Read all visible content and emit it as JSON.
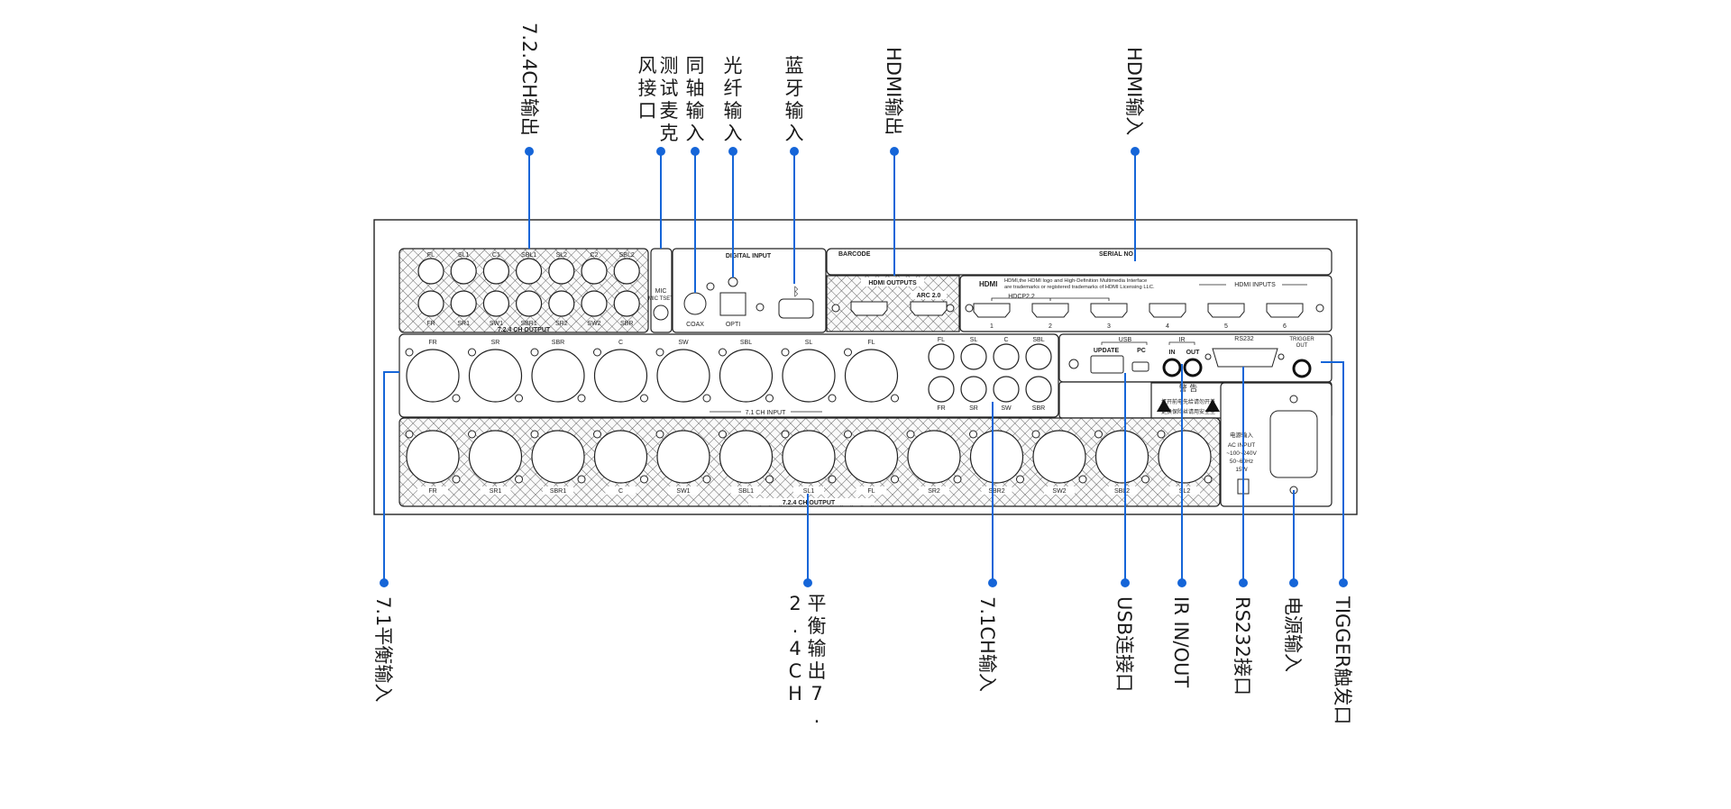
{
  "callouts": {
    "out724": "7.2.4CH输出",
    "mic": "测试麦克风接口",
    "coax": "同轴输入",
    "optical": "光纤输入",
    "bluetooth": "蓝牙输入",
    "hdmi_out": "HDMI输出",
    "hdmi_in": "HDMI输入",
    "bal71_in": "7.1平衡输入",
    "bal724_out": "平衡输出7.2.4CH",
    "in71": "7.1CH输入",
    "usb": "USB连接口",
    "ir": "IR IN/OUT",
    "rs232": "RS232接口",
    "power": "电源输入",
    "trigger": "TIGGER触发口"
  },
  "panel": {
    "rca_top_row": [
      "FL",
      "SL1",
      "C1",
      "SBL1",
      "SL2",
      "C2",
      "SBL2"
    ],
    "rca_bottom_row": [
      "FR",
      "SR1",
      "SW1",
      "SBR1",
      "SR2",
      "SW2",
      "SBR"
    ],
    "rca_output_title": "7.2.4 CH OUTPUT",
    "mic_label": "MIC TSET",
    "digital_input_title": "DIGITAL INPUT",
    "coax_label": "COAX",
    "opti_label": "OPTI",
    "barcode": "BARCODE",
    "serial_no": "SERIAL NO",
    "hdmi_outputs_title": "HDMI OUTPUTS",
    "arc_label": "ARC 2.0",
    "hdmi_logo": "HDMI",
    "hdmi_notice_1": "HDMI,the HDMI logo and High-Definition Multimedia Interface",
    "hdmi_notice_2": "are trademarks or registered trademarks of HDMI Licensing LLC.",
    "hdcp_label": "HDCP2.2",
    "hdmi_inputs_title": "HDMI INPUTS",
    "hdmi_input_numbers": [
      "1",
      "2",
      "3",
      "4",
      "5",
      "6"
    ],
    "xlr_in_labels": [
      "FR",
      "SR",
      "SBR",
      "C",
      "SW",
      "SBL",
      "SL",
      "FL"
    ],
    "rca71_top": [
      "FL",
      "SL",
      "C",
      "SBL"
    ],
    "rca71_bottom": [
      "FR",
      "SR",
      "SW",
      "SBR"
    ],
    "in71_title": "7.1 CH INPUT",
    "usb_title": "USB",
    "usb_update": "UPDATE",
    "usb_pc": "PC",
    "ir_title": "IR",
    "ir_in": "IN",
    "ir_out": "OUT",
    "rs232_title": "RS232",
    "trigger_title": "TRIGGER",
    "trigger_out": "OUT",
    "warning_title": "警 告",
    "warning_line1": "打开前电先给请勿开盖",
    "warning_line2": "更换保险丝请用安全型",
    "xlr_out_labels": [
      "FR",
      "SR1",
      "SBR1",
      "C",
      "SW1",
      "SBL1",
      "SL1",
      "FL",
      "SR2",
      "SBR2",
      "SW2",
      "SBL2",
      "SL2"
    ],
    "xlr_out_title": "7.2.4 CH OUTPUT",
    "power_label_1": "电源输入",
    "power_label_2": "AC INPUT",
    "power_label_3": "~100~240V",
    "power_label_4": "50~60Hz",
    "power_label_5": "15W"
  }
}
